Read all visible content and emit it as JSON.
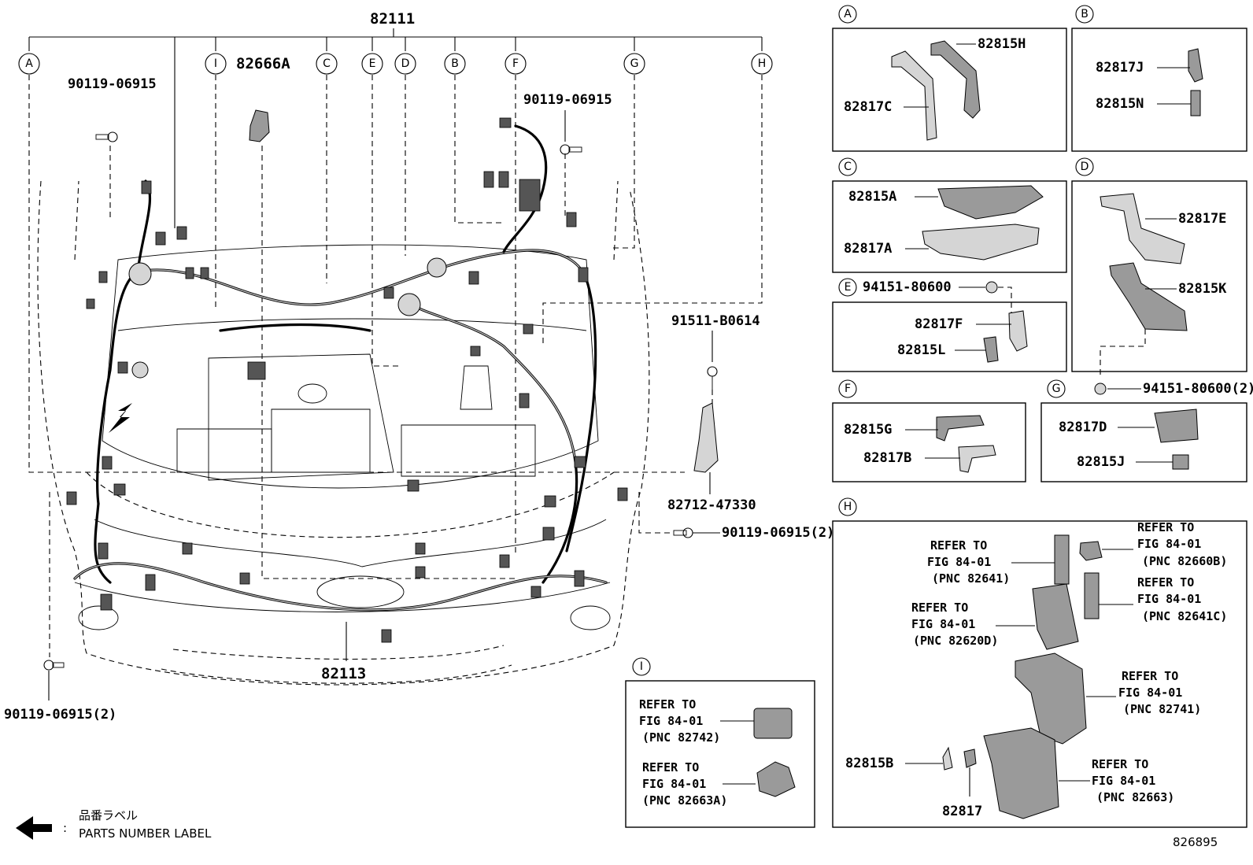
{
  "labels": {
    "harness_main": "82111",
    "harness_front": "82113",
    "pn_82666A": "82666A",
    "bolt_left_top": "90119-06915",
    "bolt_center_top": "90119-06915",
    "bolt_left_bottom": "90119-06915(2)",
    "bolt_right": "90119-06915(2)",
    "bolt_91511": "91511-B0614",
    "bracket_82712": "82712-47330",
    "figure_number": "826895"
  },
  "callouts": [
    "A",
    "I",
    "C",
    "E",
    "D",
    "B",
    "F",
    "G",
    "H"
  ],
  "boxes": {
    "A": {
      "letter": "A",
      "parts": [
        "82815H",
        "82817C"
      ]
    },
    "B": {
      "letter": "B",
      "parts": [
        "82817J",
        "82815N"
      ]
    },
    "C": {
      "letter": "C",
      "parts": [
        "82815A",
        "82817A"
      ]
    },
    "D": {
      "letter": "D",
      "parts": [
        "82817E",
        "82815K"
      ],
      "clip": "94151-80600(2)"
    },
    "E": {
      "letter": "E",
      "clip": "94151-80600",
      "parts": [
        "82817F",
        "82815L"
      ]
    },
    "F": {
      "letter": "F",
      "parts": [
        "82815G",
        "82817B"
      ]
    },
    "G": {
      "letter": "G",
      "parts": [
        "82817D",
        "82815J"
      ]
    },
    "I": {
      "letter": "I",
      "refs": [
        {
          "l1": "REFER TO",
          "l2": "FIG 84-01",
          "l3": "(PNC 82742)"
        },
        {
          "l1": "REFER TO",
          "l2": "FIG 84-01",
          "l3": "(PNC 82663A)"
        }
      ]
    },
    "H": {
      "letter": "H",
      "refs": [
        {
          "l1": "REFER TO",
          "l2": "FIG 84-01",
          "l3": "(PNC 82660B)"
        },
        {
          "l1": "REFER TO",
          "l2": "FIG 84-01",
          "l3": "(PNC 82641)"
        },
        {
          "l1": "REFER TO",
          "l2": "FIG 84-01",
          "l3": "(PNC 82641C)"
        },
        {
          "l1": "REFER TO",
          "l2": "FIG 84-01",
          "l3": "(PNC 82620D)"
        },
        {
          "l1": "REFER TO",
          "l2": "FIG 84-01",
          "l3": "(PNC 82741)"
        },
        {
          "l1": "REFER TO",
          "l2": "FIG 84-01",
          "l3": "(PNC 82663)"
        }
      ],
      "parts": [
        "82815B",
        "82817"
      ]
    }
  },
  "legend": {
    "jp": "品番ラベル",
    "en": "PARTS NUMBER LABEL",
    "colon": ":"
  }
}
